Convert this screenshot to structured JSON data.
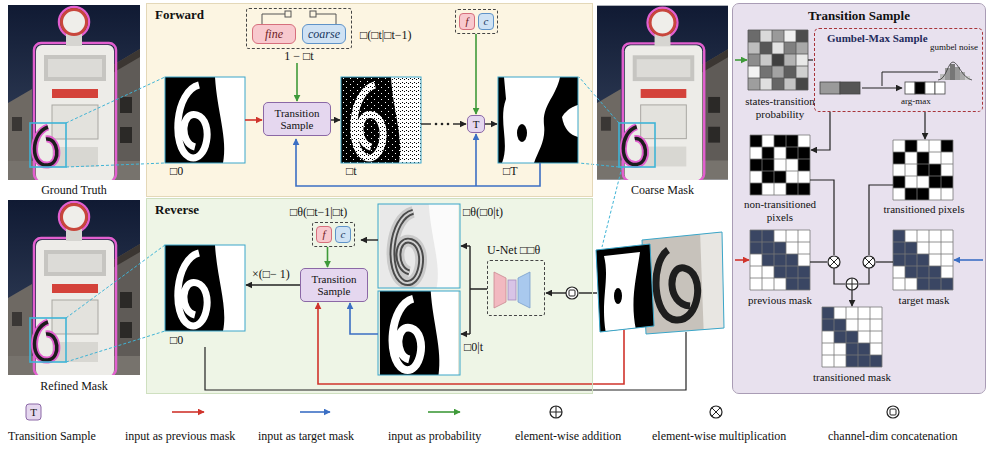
{
  "diagram": {
    "nodes": [
      {
        "text": [
          "Forward"
        ]
      },
      {
        "text": [
          "fine",
          "coarse",
          "□(□t|□t−1)",
          "1 − □t"
        ],
        "in": 0
      },
      {
        "text": [
          "Transition Sample"
        ],
        "in": 0
      },
      {
        "text": [
          "f",
          "c"
        ],
        "in": 0
      },
      {
        "text": [
          "T"
        ],
        "in": 0
      },
      {
        "text": [
          "Reverse"
        ]
      },
      {
        "text": [
          "□θ(□t−1|□t)",
          "f",
          "c"
        ],
        "in": 5
      },
      {
        "text": [
          "Transition Sample"
        ],
        "in": 5
      },
      {
        "text": [
          "U-Net □□θ"
        ],
        "in": 5
      },
      {
        "text": [
          "Transition Sample"
        ]
      },
      {
        "text": [
          "Gumbel-Max Sample",
          "gumbel noise",
          "arg-max"
        ],
        "in": 9
      }
    ],
    "edges": [
      {
        "from": 1,
        "to": 2,
        "arrow": "to"
      },
      {
        "from": 3,
        "to": 4,
        "arrow": "to"
      },
      {
        "from": 6,
        "to": 7,
        "arrow": "to"
      }
    ],
    "labels": [
      "Ground Truth",
      "Coarse Mask",
      "Refined Mask",
      "□0",
      "□t",
      "□T",
      "□θ(□0|t)",
      "□0|t",
      "□0",
      "×(□− 1)",
      "states-transition probability",
      "non-transitioned pixels",
      "transitioned pixels",
      "previous mask",
      "target mask",
      "transitioned mask",
      "T"
    ],
    "legend": [
      {
        "text": "Transition Sample"
      },
      {
        "text": "input as previous mask"
      },
      {
        "text": "input as target mask"
      },
      {
        "text": "input as probability"
      },
      {
        "text": "element-wise addition"
      },
      {
        "text": "element-wise multiplication"
      },
      {
        "text": "channel-dim concatenation"
      }
    ]
  }
}
